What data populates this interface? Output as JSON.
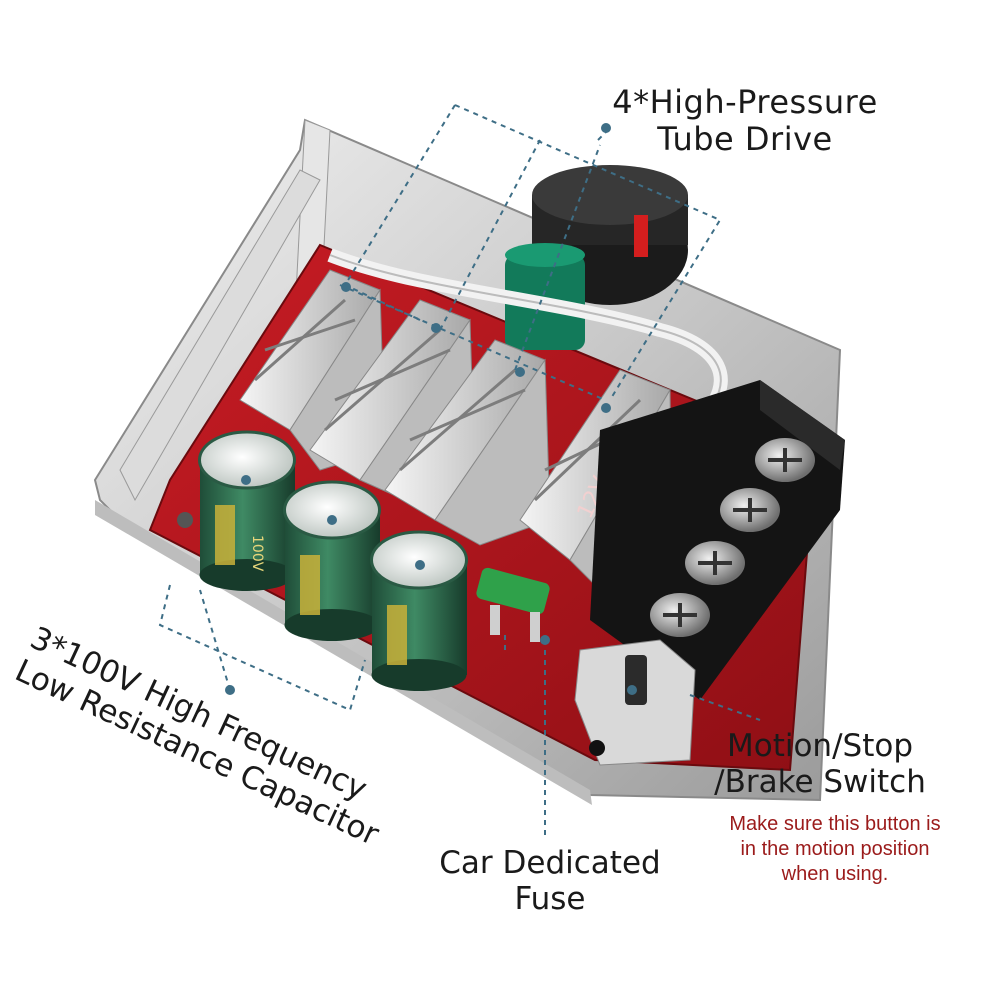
{
  "callouts": {
    "drive": {
      "line1": "4*High-Pressure",
      "line2": "Tube Drive"
    },
    "capacitor": {
      "line1": "3*100V High Frequency",
      "line2": "Low Resistance Capacitor"
    },
    "fuse": {
      "line1": "Car Dedicated",
      "line2": "Fuse"
    },
    "switch": {
      "line1": "Motion/Stop",
      "line2": "/Brake Switch",
      "note": [
        "Make sure this button is",
        "in the motion position",
        "when using."
      ]
    }
  },
  "board_marks": {
    "cap_rating": "100V",
    "voltage_mark": "12V"
  },
  "colors": {
    "pcb": "#b3141c",
    "heatsink": "#d9d9d9",
    "capacitor": "#2f6b4e",
    "terminal": "#151515",
    "dashed_line": "#3e6e86",
    "note_text": "#9b1b1b"
  }
}
